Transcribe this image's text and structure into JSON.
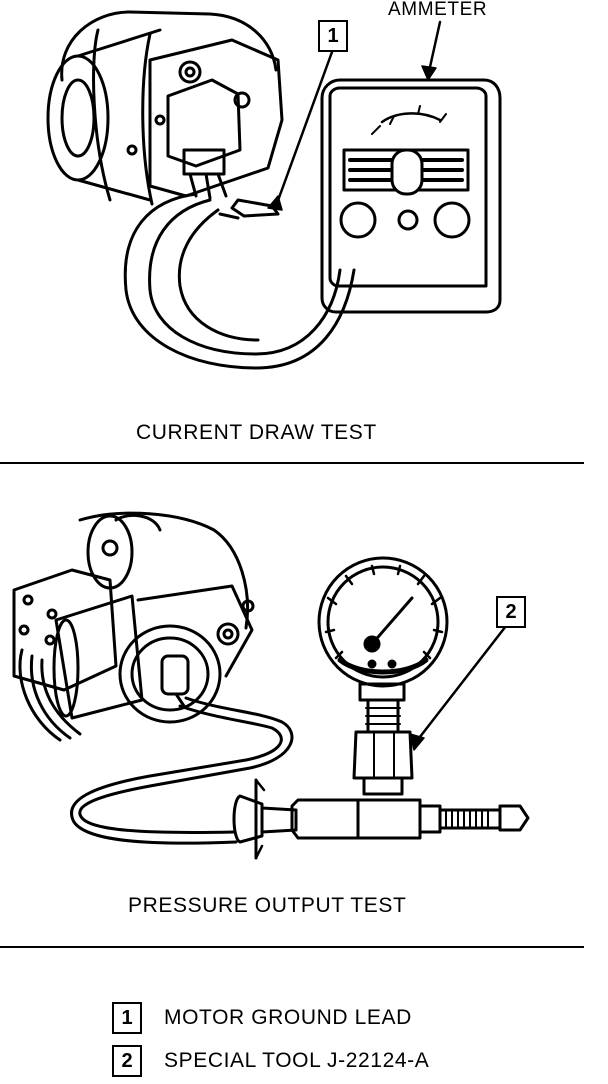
{
  "panel1": {
    "meter_label": "AMMETER",
    "callout": "1",
    "caption": "CURRENT DRAW TEST"
  },
  "panel2": {
    "callout": "2",
    "caption": "PRESSURE OUTPUT TEST"
  },
  "legend": [
    {
      "number": "1",
      "text": "MOTOR GROUND LEAD"
    },
    {
      "number": "2",
      "text": "SPECIAL TOOL J-22124-A"
    }
  ]
}
